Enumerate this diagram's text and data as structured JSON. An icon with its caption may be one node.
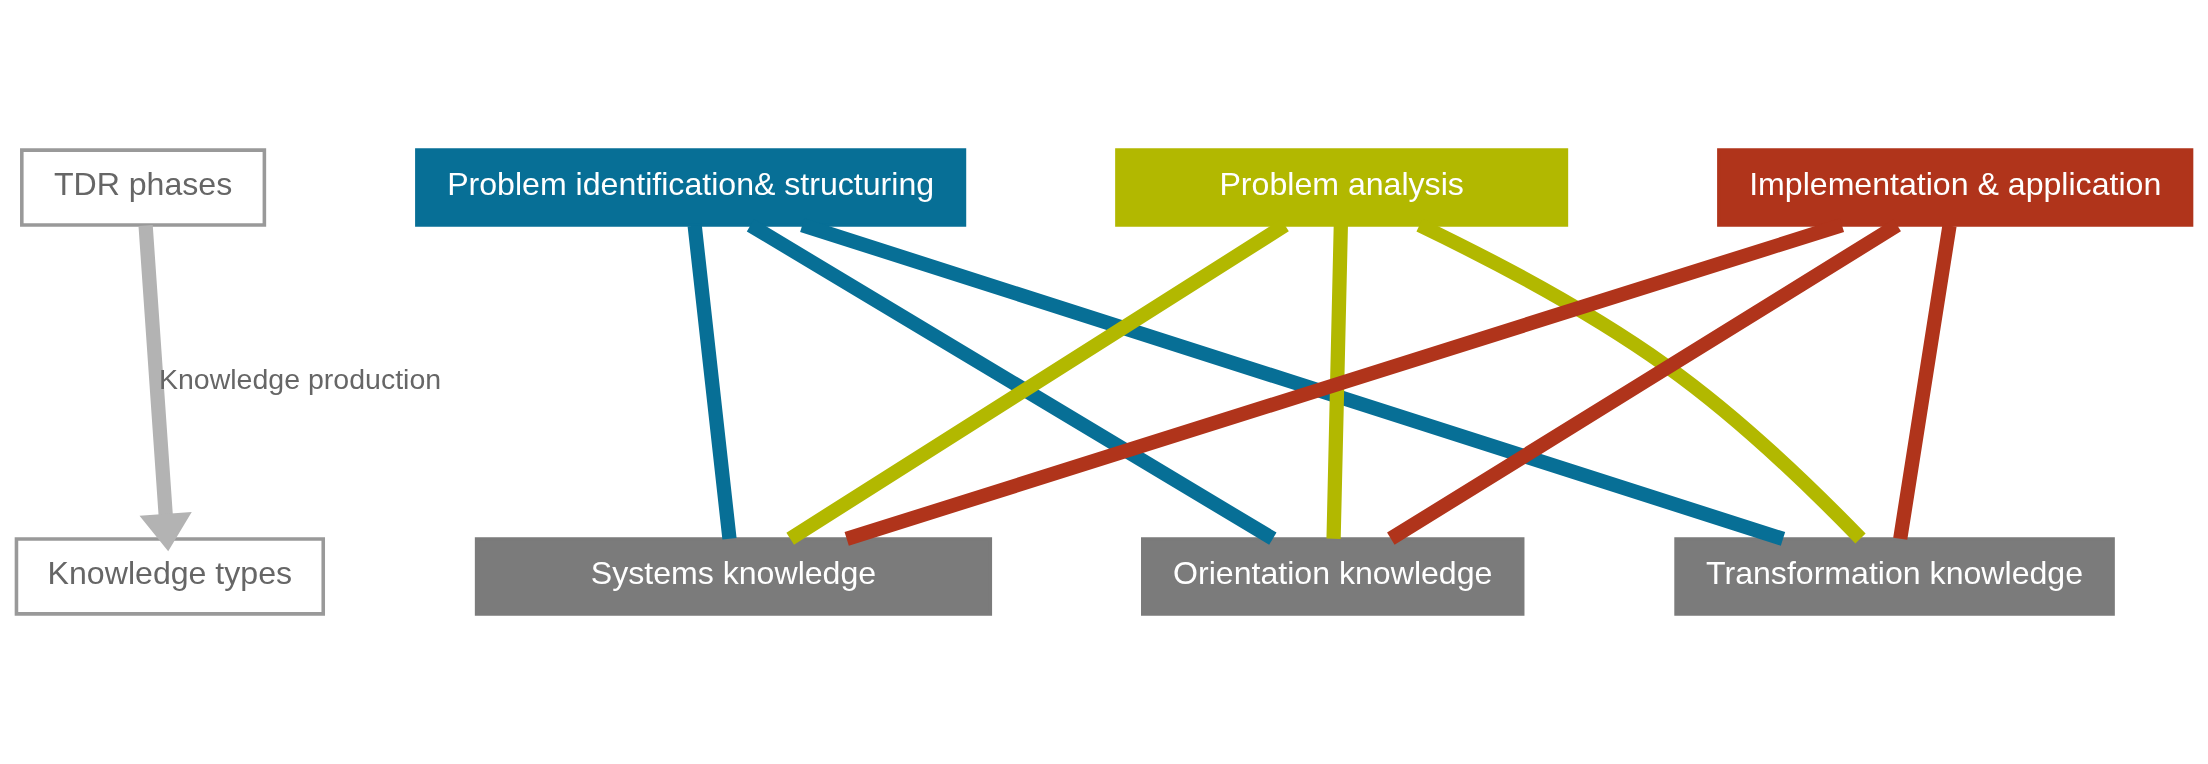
{
  "diagram": {
    "nodes": [
      {
        "text": [
          "TDR phases"
        ]
      },
      {
        "text": [
          "Knowledge types"
        ]
      },
      {
        "text": [
          "Problem identification& structuring"
        ]
      },
      {
        "text": [
          "Problem analysis"
        ]
      },
      {
        "text": [
          "Implementation & application"
        ]
      },
      {
        "text": [
          "Systems knowledge"
        ]
      },
      {
        "text": [
          "Orientation knowledge"
        ]
      },
      {
        "text": [
          "Transformation knowledge"
        ]
      }
    ],
    "edges": [
      {
        "from": 0,
        "to": 1,
        "arrow": "to",
        "label": "Knowledge production",
        "color": "#b3b3b3"
      },
      {
        "from": 2,
        "to": 5,
        "arrow": "none",
        "color": "#076f96"
      },
      {
        "from": 2,
        "to": 6,
        "arrow": "none",
        "color": "#076f96"
      },
      {
        "from": 2,
        "to": 7,
        "arrow": "none",
        "color": "#076f96"
      },
      {
        "from": 3,
        "to": 5,
        "arrow": "none",
        "color": "#b2b800"
      },
      {
        "from": 3,
        "to": 6,
        "arrow": "none",
        "color": "#b2b800"
      },
      {
        "from": 3,
        "to": 7,
        "arrow": "none",
        "color": "#b2b800"
      },
      {
        "from": 4,
        "to": 5,
        "arrow": "none",
        "color": "#b0341b"
      },
      {
        "from": 4,
        "to": 6,
        "arrow": "none",
        "color": "#b0341b"
      },
      {
        "from": 4,
        "to": 7,
        "arrow": "none",
        "color": "#b0341b"
      }
    ]
  }
}
